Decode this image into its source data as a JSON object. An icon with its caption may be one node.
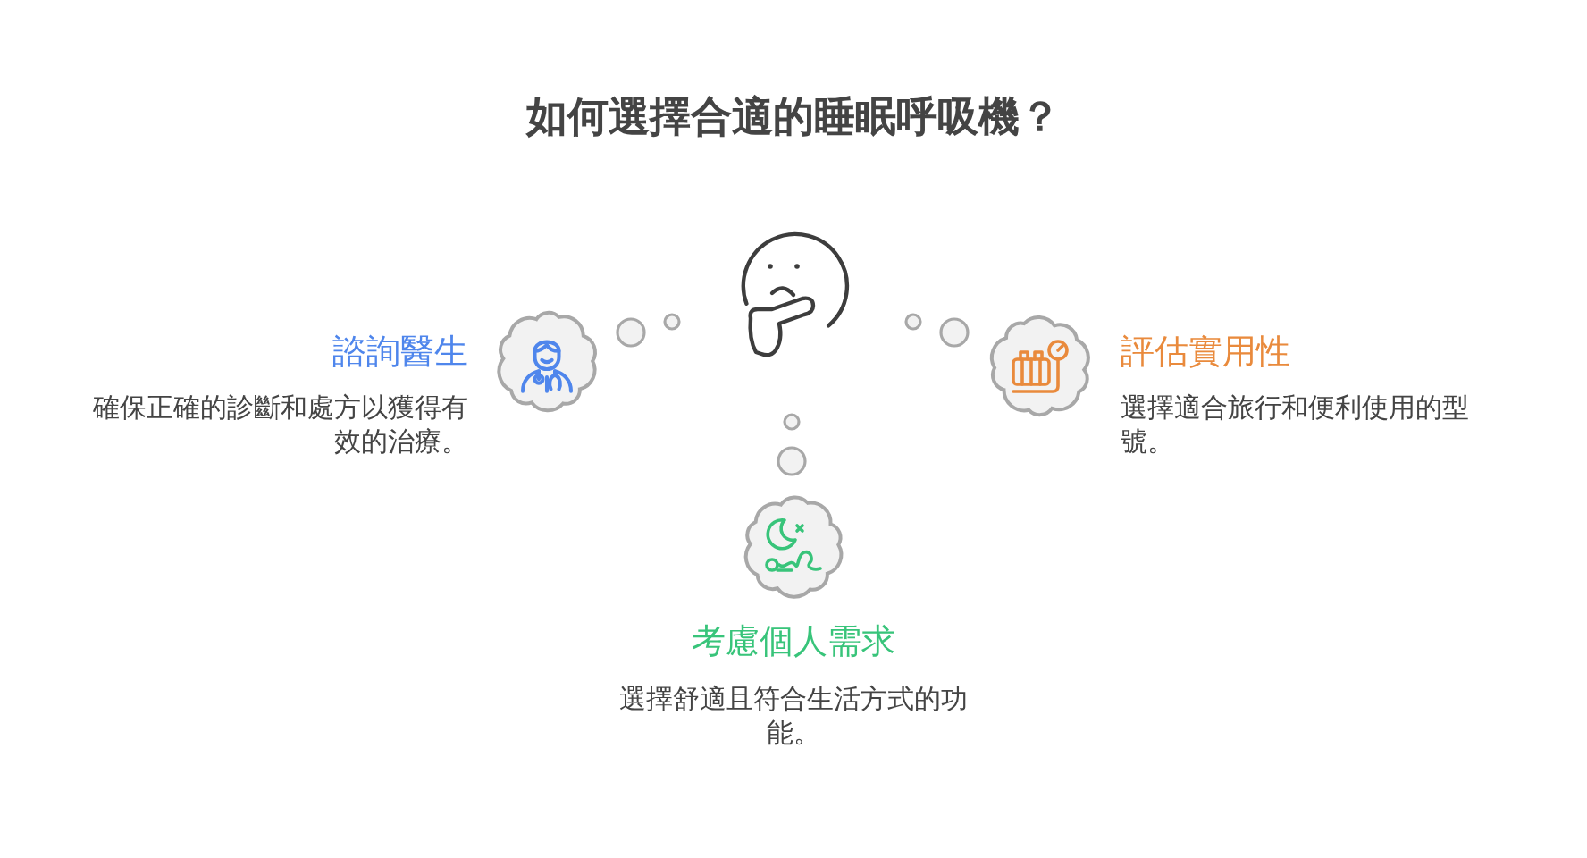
{
  "diagram": {
    "title": "如何選擇合適的睡眠呼吸機？",
    "nodes": [
      {
        "text": [
          "諮詢醫生",
          "確保正確的診斷和處方以獲得有效的治療。"
        ]
      },
      {
        "text": [
          "評估實用性",
          "選擇適合旅行和便利使用的型號。"
        ]
      },
      {
        "text": [
          "考慮個人需求",
          "選擇舒適且符合生活方式的功能。"
        ]
      }
    ]
  }
}
